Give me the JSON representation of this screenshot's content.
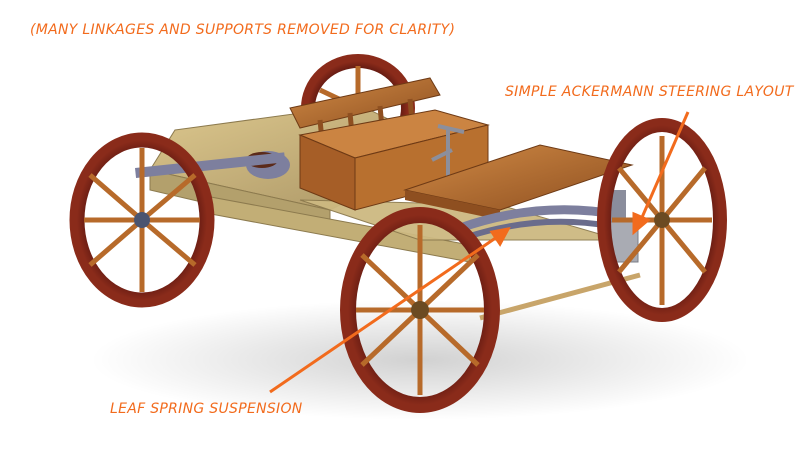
{
  "labels": {
    "note": "(MANY LINKAGES AND SUPPORTS REMOVED FOR CLARITY)",
    "steering": "SIMPLE ACKERMANN STEERING LAYOUT",
    "suspension": "LEAF SPRING SUSPENSION"
  },
  "colors": {
    "annotation": "#f26b1d",
    "wheel_rim": "#6e1d12",
    "spoke": "#b76a2a",
    "frame_wood": "#c9b478",
    "seat_wood": "#b0652b",
    "spring_metal": "#7d7f9e",
    "axle_brass": "#c8a56a"
  }
}
